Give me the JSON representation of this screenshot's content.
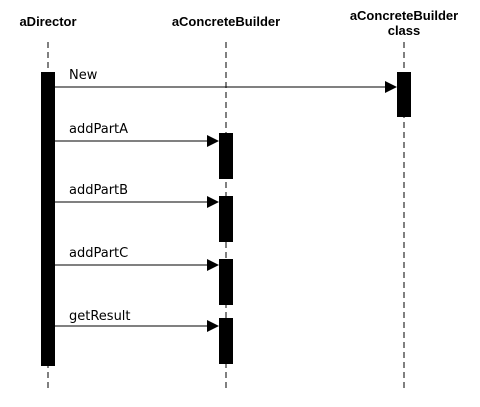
{
  "participants": [
    {
      "id": "director",
      "label_lines": [
        "aDirector"
      ]
    },
    {
      "id": "builder",
      "label_lines": [
        "aConcreteBuilder"
      ]
    },
    {
      "id": "builder-class",
      "label_lines": [
        "aConcreteBuilder",
        "class"
      ]
    }
  ],
  "messages": [
    {
      "id": "new",
      "label": "New",
      "from": "director",
      "to": "builder-class"
    },
    {
      "id": "add-part-a",
      "label": "addPartA",
      "from": "director",
      "to": "builder"
    },
    {
      "id": "add-part-b",
      "label": "addPartB",
      "from": "director",
      "to": "builder"
    },
    {
      "id": "add-part-c",
      "label": "addPartC",
      "from": "director",
      "to": "builder"
    },
    {
      "id": "get-result",
      "label": "getResult",
      "from": "director",
      "to": "builder"
    }
  ],
  "colors": {
    "line": "#000000",
    "background": "#ffffff"
  }
}
